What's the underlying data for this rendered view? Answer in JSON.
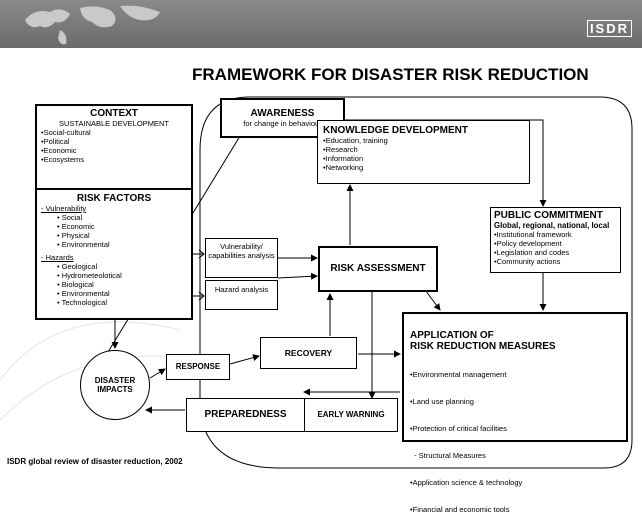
{
  "header": {
    "logo": "ISDR"
  },
  "title": "FRAMEWORK FOR DISASTER RISK REDUCTION",
  "footer": "ISDR global review of disaster reduction, 2002",
  "context": {
    "heading": "CONTEXT",
    "subheading": "SUSTAINABLE DEVELOPMENT",
    "items": [
      "•Social-cultural",
      "•Political",
      "•Economic",
      "•Ecosystems"
    ]
  },
  "risk_factors": {
    "heading": "RISK FACTORS",
    "vulnerability_label": "- Vulnerability",
    "vulnerability_items": [
      "• Social",
      "• Economic",
      "• Physical",
      "• Environmental"
    ],
    "hazards_label": "- Hazards",
    "hazards_items": [
      "• Geological",
      "• Hydrometeolotical",
      "• Biological",
      "• Environmental",
      "• Technological"
    ]
  },
  "awareness": {
    "heading": "AWARENESS",
    "sub": "for change in behaviour"
  },
  "knowledge": {
    "heading": "KNOWLEDGE DEVELOPMENT",
    "items": [
      "•Education, training",
      "•Research",
      "•Information",
      "•Networking"
    ]
  },
  "public_commitment": {
    "heading": "PUBLIC COMMITMENT",
    "sub": "Global, regional, national, local",
    "items": [
      "•Institutional framework",
      "•Policy development",
      "•Legislation and codes",
      "•Community actions"
    ]
  },
  "vulnerability_analysis": "Vulnerability/ capabilities analysis",
  "hazard_analysis": "Hazard analysis",
  "risk_assessment": "RISK ASSESSMENT",
  "application": {
    "heading1": "APPLICATION OF",
    "heading2": "RISK REDUCTION MEASURES",
    "items": [
      "•Environmental management",
      "•Land use planning",
      "•Protection of critical facilities",
      "  - Structural Measures",
      "•Application science & technology",
      "•Financial and economic tools"
    ]
  },
  "recovery": "RECOVERY",
  "response": "RESPONSE",
  "preparedness": "PREPAREDNESS",
  "early_warning": "EARLY WARNING",
  "disaster_impacts": "DISASTER IMPACTS"
}
